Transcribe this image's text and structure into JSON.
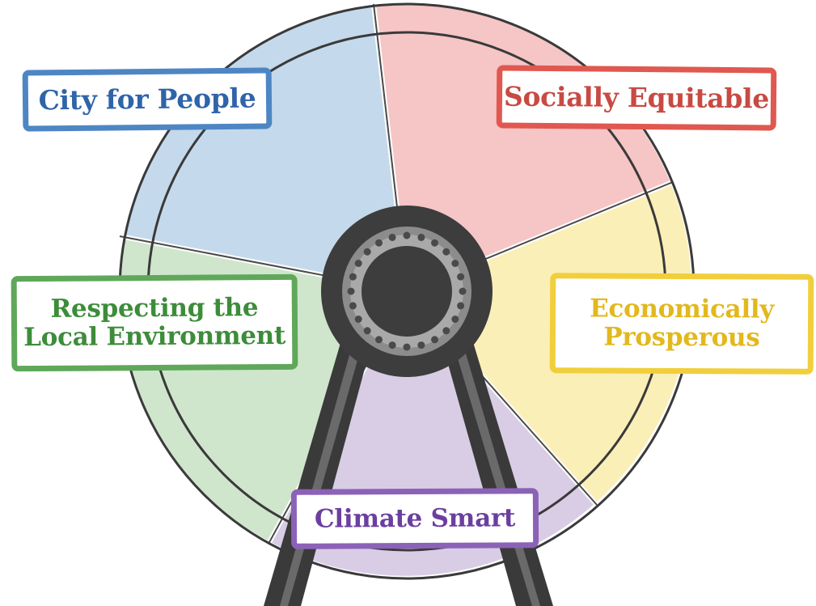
{
  "diagram": {
    "segments": [
      {
        "id": "people",
        "label_lines": [
          "City for People"
        ],
        "fill": "#c5d9ec",
        "border": "#4e86c4",
        "text": "#2f64a8"
      },
      {
        "id": "social",
        "label_lines": [
          "Socially Equitable"
        ],
        "fill": "#f6c5c6",
        "border": "#e0584f",
        "text": "#c74a43"
      },
      {
        "id": "econ",
        "label_lines": [
          "Economically",
          "Prosperous"
        ],
        "fill": "#fbefb8",
        "border": "#f1cf3c",
        "text": "#e2b81d"
      },
      {
        "id": "climate",
        "label_lines": [
          "Climate Smart"
        ],
        "fill": "#d9cde5",
        "border": "#8b62b8",
        "text": "#6b3f9f"
      },
      {
        "id": "env",
        "label_lines": [
          "Respecting the",
          "Local Environment"
        ],
        "fill": "#cfe6cc",
        "border": "#5fa85a",
        "text": "#3d8c3a"
      }
    ],
    "wheel": {
      "rim_color": "#3a3a3a",
      "hub_color": "#3d3d3d",
      "hub_ring_color": "#8c8c8c",
      "stand_color": "#3a3a3a"
    }
  }
}
